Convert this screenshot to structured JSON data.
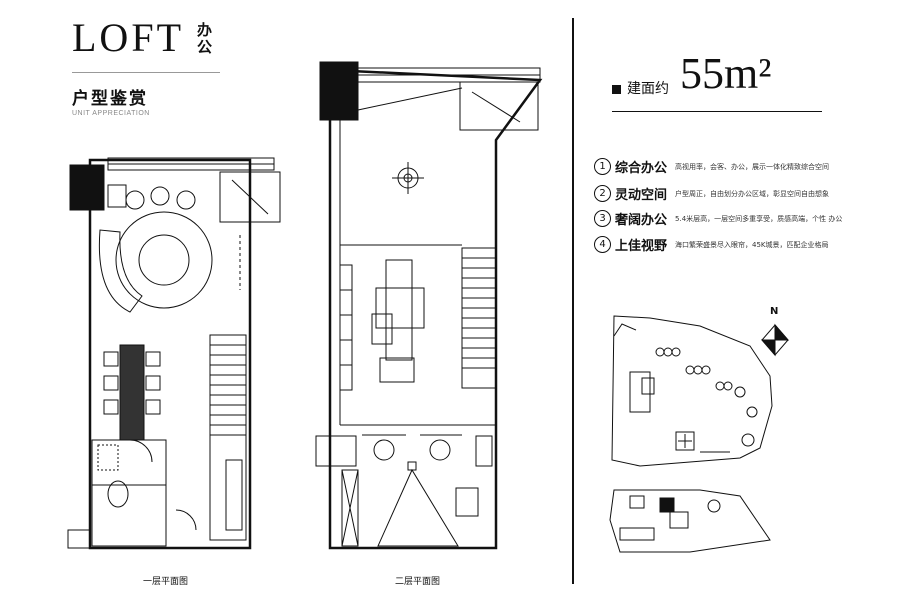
{
  "header": {
    "title_en": "LOFT",
    "title_cn": "办公",
    "subtitle_cn": "户型鉴赏",
    "subtitle_en": "UNIT APPRECIATION"
  },
  "area": {
    "label": "建面约",
    "value": "55m²"
  },
  "features": [
    {
      "num": "1",
      "name": "综合办公",
      "desc": "高视用率，会客、办公，展示一体化精致综合空间"
    },
    {
      "num": "2",
      "name": "灵动空间",
      "desc": "户型周正，自由划分办公区域，彰显空间自由想象"
    },
    {
      "num": "3",
      "name": "奢阔办公",
      "desc": "5.4米层高，一层空间多重享受，质感高端，个性 办公"
    },
    {
      "num": "4",
      "name": "上佳视野",
      "desc": "海口繁荣盛景尽入眼帘，45K城景，匹配企业格局"
    }
  ],
  "plans": {
    "floor1_label": "一层平面图",
    "floor2_label": "二层平面图"
  },
  "site_map": {
    "compass_label": "N",
    "highlight_color": "#111111"
  }
}
